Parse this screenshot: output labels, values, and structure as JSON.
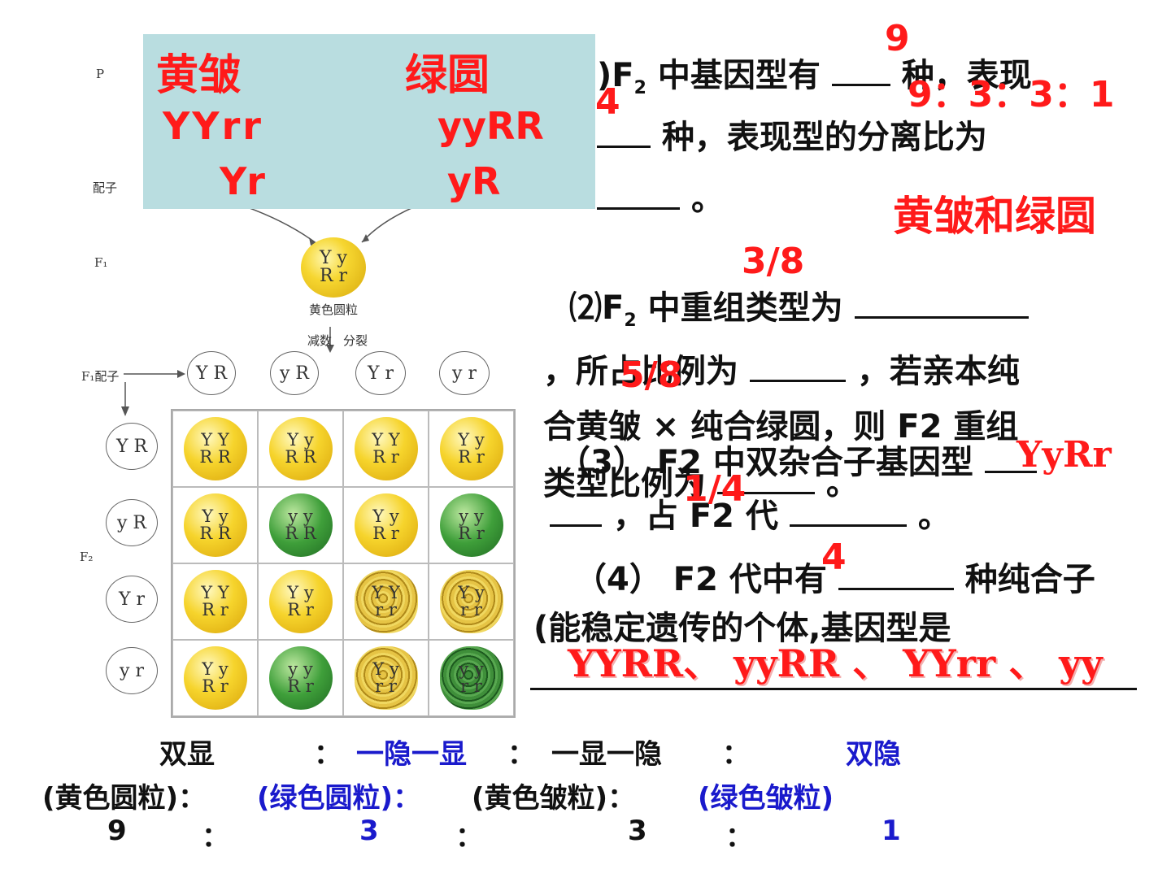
{
  "diagram": {
    "row_labels": {
      "p": "P",
      "gamete": "配子",
      "f1": "F₁",
      "f1_gamete": "F₁配子",
      "f2": "F₂"
    },
    "f1": {
      "genotype_top": "Y y",
      "genotype_bottom": "R r",
      "phenotype": "黄色圆粒",
      "process_left": "减数",
      "process_right": "分裂"
    },
    "gametes_cols": [
      "Y R",
      "y R",
      "Y r",
      "y r"
    ],
    "gametes_rows": [
      "Y R",
      "y R",
      "Y r",
      "y r"
    ],
    "punnett": [
      [
        {
          "t": "Y Y",
          "b": "R R",
          "type": "yr"
        },
        {
          "t": "Y y",
          "b": "R R",
          "type": "yr"
        },
        {
          "t": "Y Y",
          "b": "R r",
          "type": "yr"
        },
        {
          "t": "Y y",
          "b": "R r",
          "type": "yr"
        }
      ],
      [
        {
          "t": "Y y",
          "b": "R R",
          "type": "yr"
        },
        {
          "t": "y y",
          "b": "R R",
          "type": "gr"
        },
        {
          "t": "Y y",
          "b": "R r",
          "type": "yr"
        },
        {
          "t": "y y",
          "b": "R r",
          "type": "gr"
        }
      ],
      [
        {
          "t": "Y Y",
          "b": "R r",
          "type": "yr"
        },
        {
          "t": "Y y",
          "b": "R r",
          "type": "yr"
        },
        {
          "t": "Y Y",
          "b": "r r",
          "type": "yw"
        },
        {
          "t": "Y y",
          "b": "r r",
          "type": "yw"
        }
      ],
      [
        {
          "t": "Y y",
          "b": "R r",
          "type": "yr"
        },
        {
          "t": "y y",
          "b": "R r",
          "type": "gr"
        },
        {
          "t": "Y y",
          "b": "r r",
          "type": "yw"
        },
        {
          "t": "y y",
          "b": "r r",
          "type": "gw"
        }
      ]
    ]
  },
  "overlay": {
    "left_name": "黄皱",
    "right_name": "绿圆",
    "left_genotype": "YYrr",
    "right_genotype": "yyRR",
    "left_gamete": "Yr",
    "right_gamete": "yR"
  },
  "questions": {
    "q1_line1": ")F",
    "q1_line1b": "中基因型有",
    "q1_line1c": "种，表现",
    "q1_line2": "种，表现型的分离比为",
    "q1_line3": "。",
    "q2_line1": "⑵F",
    "q2_line1b": "中重组类型为",
    "q2_line2a": "，所占比例为",
    "q2_line2b": "，若亲本纯",
    "q2_line3": "合黄皱 × 纯合绿圆，则 F2 重组",
    "q2_line4": "类型比例为",
    "q3_line1": "（3） F2 中双杂合子基因型",
    "q3_line2": "，占 F2 代",
    "q4_line1a": "（4） F2 代中有",
    "q4_line1b": "种纯合子",
    "q4_line2": "(能稳定遗传的个体,基因型是",
    "subscript_2": "2"
  },
  "answers": {
    "a_9": "9",
    "a_ratio": "9：3：3：1",
    "a_4": "4",
    "a_recomb": "黄皱和绿圆",
    "a_3_8": "3/8",
    "a_5_8": "5/8",
    "a_yyrr": "YyRr",
    "a_1_4": "1/4",
    "a_4b": "4",
    "a_homozygotes": "YYRR、 yyRR 、 YYrr 、 yy"
  },
  "summary": {
    "row1": [
      "双显",
      "：",
      "一隐一显",
      "：",
      "一显一隐",
      "：",
      "双隐"
    ],
    "row2": [
      "(黄色圆粒)：",
      "(绿色圆粒)：",
      "(黄色皱粒)：",
      "(绿色皱粒)"
    ],
    "row3": [
      "9",
      "：",
      "3",
      "：",
      "3",
      "：",
      "1"
    ]
  },
  "colors": {
    "red": "#ff1a1a",
    "blue": "#1a1acc",
    "overlay": "#b9dde0"
  }
}
